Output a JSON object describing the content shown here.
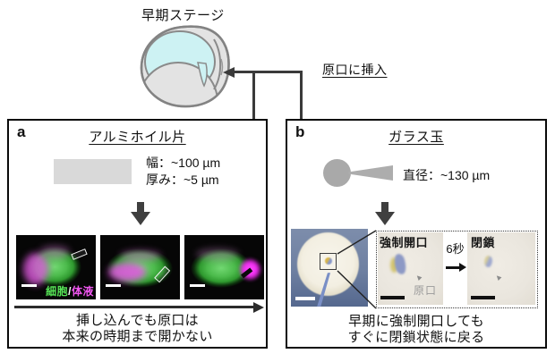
{
  "figure": {
    "stage_label": "早期ステージ",
    "insertion_label": "原口に挿入"
  },
  "panel_a": {
    "tag": "a",
    "title": "アルミホイル片",
    "foil_width": "幅：~100 µm",
    "foil_thickness": "厚み：~5 µm",
    "legend": {
      "cells": "細胞",
      "separator": "/",
      "fluid": "体液"
    },
    "caption_line1": "挿し込んでも原口は",
    "caption_line2": "本来の時期まで開かない"
  },
  "panel_b": {
    "tag": "b",
    "title": "ガラス玉",
    "bead_diameter": "直径：~130 µm",
    "inset": {
      "forced_open_label": "強制開口",
      "interval_label": "6秒",
      "closed_label": "閉鎖",
      "blastopore_label": "原口"
    },
    "caption_line1": "早期に強制開口しても",
    "caption_line2": "すぐに閉鎖状態に戻る"
  },
  "colors": {
    "cells_green": "#57e657",
    "fluid_magenta": "#f056f0",
    "embryo_cyan": "#cdf2f3",
    "embryo_gray": "#e3e3e3",
    "foil_gray": "#d9d9d9",
    "bead_gray": "#a9a9a9",
    "arrow_dark": "#3a3a3a",
    "photo_blue": "#6d7fa1",
    "annotation_gray": "#9a9a9a"
  }
}
